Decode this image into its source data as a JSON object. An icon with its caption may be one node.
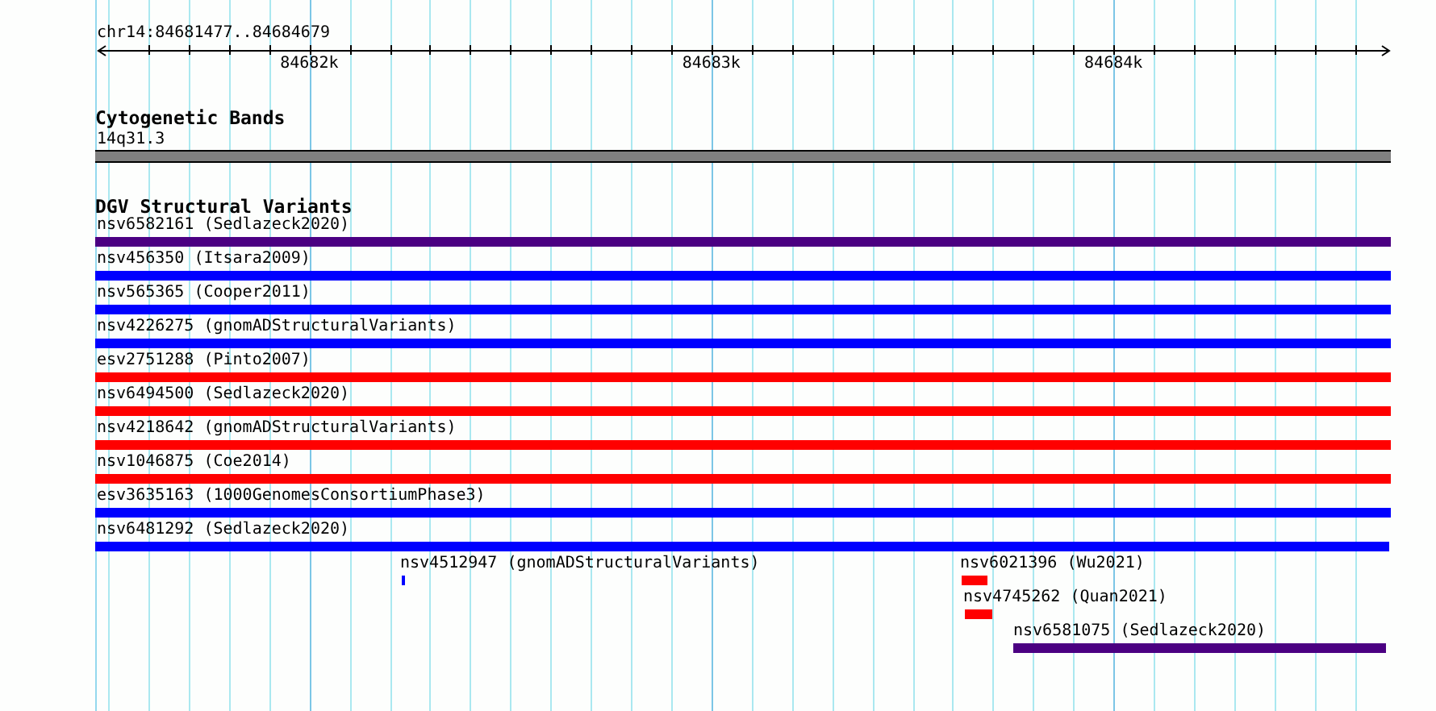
{
  "diagram": {
    "nodes": [
      {
        "text": [
          "14q31.3"
        ]
      },
      {
        "text": [
          "nsv6582161 (Sedlazeck2020)"
        ]
      },
      {
        "text": [
          "nsv456350 (Itsara2009)"
        ]
      },
      {
        "text": [
          "nsv565365 (Cooper2011)"
        ]
      },
      {
        "text": [
          "nsv4226275 (gnomADStructuralVariants)"
        ]
      },
      {
        "text": [
          "esv2751288 (Pinto2007)"
        ]
      },
      {
        "text": [
          "nsv6494500 (Sedlazeck2020)"
        ]
      },
      {
        "text": [
          "nsv4218642 (gnomADStructuralVariants)"
        ]
      },
      {
        "text": [
          "nsv1046875 (Coe2014)"
        ]
      },
      {
        "text": [
          "esv3635163 (1000GenomesConsortiumPhase3)"
        ]
      },
      {
        "text": [
          "nsv6481292 (Sedlazeck2020)"
        ]
      },
      {
        "text": [
          "nsv4512947 (gnomADStructuralVariants)"
        ]
      },
      {
        "text": [
          "nsv6021396 (Wu2021)"
        ]
      },
      {
        "text": [
          "nsv4745262 (Quan2021)"
        ]
      },
      {
        "text": [
          "nsv6581075 (Sedlazeck2020)"
        ]
      }
    ],
    "labels": [
      "chr14:84681477..84684679",
      "84682k",
      "84683k",
      "84684k",
      "Cytogenetic Bands",
      "DGV Structural Variants"
    ]
  }
}
